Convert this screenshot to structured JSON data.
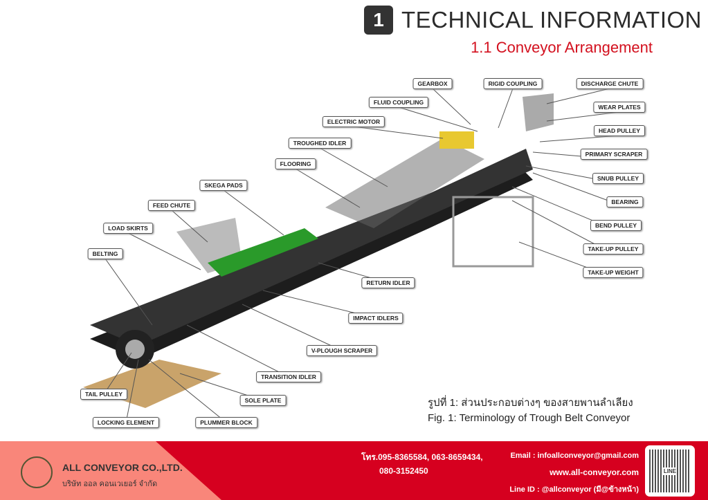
{
  "header": {
    "number": "1",
    "title": "TECHNICAL INFORMATION",
    "subtitle": "1.1  Conveyor Arrangement"
  },
  "labels": [
    "GEARBOX",
    "RIGID COUPLING",
    "DISCHARGE CHUTE",
    "FLUID COUPLING",
    "WEAR PLATES",
    "ELECTRIC MOTOR",
    "HEAD PULLEY",
    "TROUGHED IDLER",
    "PRIMARY SCRAPER",
    "FLOORING",
    "SNUB PULLEY",
    "SKEGA PADS",
    "BEARING",
    "FEED CHUTE",
    "BEND PULLEY",
    "LOAD SKIRTS",
    "TAKE-UP PULLEY",
    "BELTING",
    "TAKE-UP WEIGHT",
    "RETURN IDLER",
    "IMPACT IDLERS",
    "V-PLOUGH SCRAPER",
    "TRANSITION IDLER",
    "TAIL PULLEY",
    "SOLE PLATE",
    "LOCKING ELEMENT",
    "PLUMMER BLOCK"
  ],
  "caption": {
    "thai": "รูปที่ 1: ส่วนประกอบต่างๆ ของสายพานลำเลียง",
    "english": "Fig. 1: Terminology of Trough Belt Conveyor"
  },
  "footer": {
    "company": "ALL CONVEYOR CO.,LTD.",
    "company_thai": "บริษัท ออล คอนเวเยอร์ จำกัด",
    "phone1": "โทร.095-8365584, 063-8659434,",
    "phone2": "080-3152450",
    "email": "Email : infoallconveyor@gmail.com",
    "web": "www.all-conveyor.com",
    "line": "Line ID : @allconveyor (มี@ข้างหน้า)",
    "qr_label": "LINE"
  }
}
